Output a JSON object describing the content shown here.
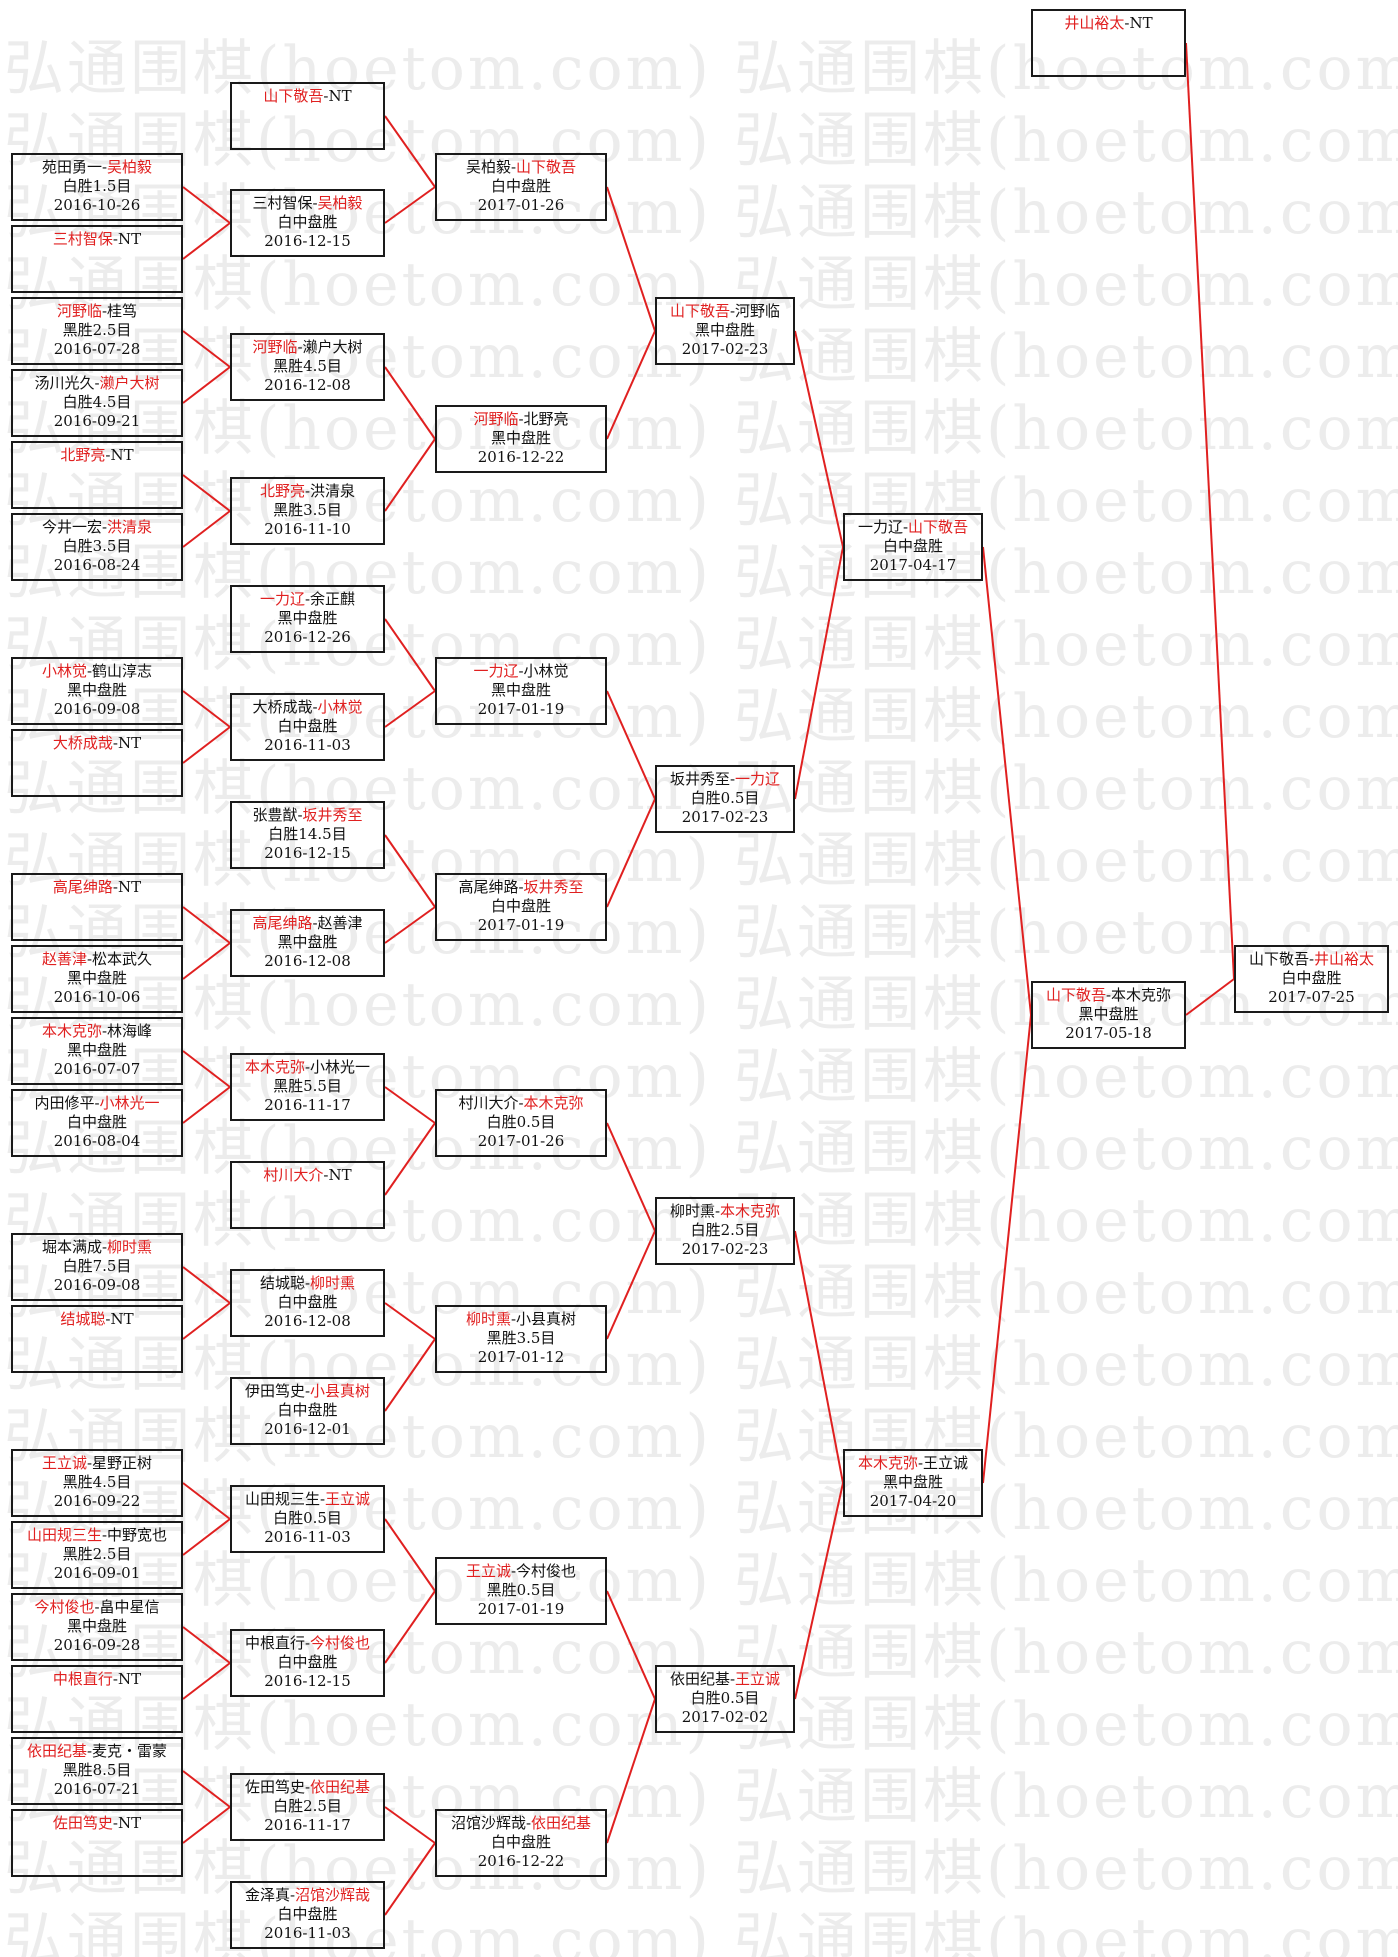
{
  "watermark": "弘通围棋(hoetom.com)",
  "colors": {
    "winner": "#e02020",
    "line": "#e02020",
    "border": "#1a1a1a",
    "watermark": "#ececec"
  },
  "matches": [
    {
      "id": "r1-1",
      "p1": "苑田勇一",
      "p2": "吴柏毅",
      "winner": 2,
      "result": "白胜1.5目",
      "date": "2016-10-26"
    },
    {
      "id": "r1-2",
      "p1": "三村智保",
      "p2": "NT",
      "winner": 1,
      "result": "",
      "date": ""
    },
    {
      "id": "r1-3",
      "p1": "河野临",
      "p2": "桂笃",
      "winner": 1,
      "result": "黑胜2.5目",
      "date": "2016-07-28"
    },
    {
      "id": "r1-4",
      "p1": "汤川光久",
      "p2": "濑户大树",
      "winner": 2,
      "result": "白胜4.5目",
      "date": "2016-09-21"
    },
    {
      "id": "r1-5",
      "p1": "北野亮",
      "p2": "NT",
      "winner": 1,
      "result": "",
      "date": ""
    },
    {
      "id": "r1-6",
      "p1": "今井一宏",
      "p2": "洪清泉",
      "winner": 2,
      "result": "白胜3.5目",
      "date": "2016-08-24"
    },
    {
      "id": "r1-7",
      "p1": "小林觉",
      "p2": "鹤山淳志",
      "winner": 1,
      "result": "黑中盘胜",
      "date": "2016-09-08"
    },
    {
      "id": "r1-8",
      "p1": "大桥成哉",
      "p2": "NT",
      "winner": 1,
      "result": "",
      "date": ""
    },
    {
      "id": "r1-9",
      "p1": "高尾绅路",
      "p2": "NT",
      "winner": 1,
      "result": "",
      "date": ""
    },
    {
      "id": "r1-10",
      "p1": "赵善津",
      "p2": "松本武久",
      "winner": 1,
      "result": "黑中盘胜",
      "date": "2016-10-06"
    },
    {
      "id": "r1-11",
      "p1": "本木克弥",
      "p2": "林海峰",
      "winner": 1,
      "result": "黑中盘胜",
      "date": "2016-07-07"
    },
    {
      "id": "r1-12",
      "p1": "内田修平",
      "p2": "小林光一",
      "winner": 2,
      "result": "白中盘胜",
      "date": "2016-08-04"
    },
    {
      "id": "r1-13",
      "p1": "堀本满成",
      "p2": "柳时熏",
      "winner": 2,
      "result": "白胜7.5目",
      "date": "2016-09-08"
    },
    {
      "id": "r1-14",
      "p1": "结城聪",
      "p2": "NT",
      "winner": 1,
      "result": "",
      "date": ""
    },
    {
      "id": "r1-15",
      "p1": "王立诚",
      "p2": "星野正树",
      "winner": 1,
      "result": "黑胜4.5目",
      "date": "2016-09-22"
    },
    {
      "id": "r1-16",
      "p1": "山田规三生",
      "p2": "中野宽也",
      "winner": 1,
      "result": "黑胜2.5目",
      "date": "2016-09-01"
    },
    {
      "id": "r1-17",
      "p1": "今村俊也",
      "p2": "畠中星信",
      "winner": 1,
      "result": "黑中盘胜",
      "date": "2016-09-28"
    },
    {
      "id": "r1-18",
      "p1": "中根直行",
      "p2": "NT",
      "winner": 1,
      "result": "",
      "date": ""
    },
    {
      "id": "r1-19",
      "p1": "依田纪基",
      "p2": "麦克・雷蒙",
      "winner": 1,
      "result": "黑胜8.5目",
      "date": "2016-07-21"
    },
    {
      "id": "r1-20",
      "p1": "佐田笃史",
      "p2": "NT",
      "winner": 1,
      "result": "",
      "date": ""
    },
    {
      "id": "r2-1",
      "p1": "山下敬吾",
      "p2": "NT",
      "winner": 1,
      "result": "",
      "date": ""
    },
    {
      "id": "r2-2",
      "p1": "三村智保",
      "p2": "吴柏毅",
      "winner": 2,
      "result": "白中盘胜",
      "date": "2016-12-15"
    },
    {
      "id": "r2-3",
      "p1": "河野临",
      "p2": "濑户大树",
      "winner": 1,
      "result": "黑胜4.5目",
      "date": "2016-12-08"
    },
    {
      "id": "r2-4",
      "p1": "北野亮",
      "p2": "洪清泉",
      "winner": 1,
      "result": "黑胜3.5目",
      "date": "2016-11-10"
    },
    {
      "id": "r2-5",
      "p1": "一力辽",
      "p2": "余正麒",
      "winner": 1,
      "result": "黑中盘胜",
      "date": "2016-12-26"
    },
    {
      "id": "r2-6",
      "p1": "大桥成哉",
      "p2": "小林觉",
      "winner": 2,
      "result": "白中盘胜",
      "date": "2016-11-03"
    },
    {
      "id": "r2-7",
      "p1": "张豊猷",
      "p2": "坂井秀至",
      "winner": 2,
      "result": "白胜14.5目",
      "date": "2016-12-15"
    },
    {
      "id": "r2-8",
      "p1": "高尾绅路",
      "p2": "赵善津",
      "winner": 1,
      "result": "黑中盘胜",
      "date": "2016-12-08"
    },
    {
      "id": "r2-9",
      "p1": "本木克弥",
      "p2": "小林光一",
      "winner": 1,
      "result": "黑胜5.5目",
      "date": "2016-11-17"
    },
    {
      "id": "r2-10",
      "p1": "村川大介",
      "p2": "NT",
      "winner": 1,
      "result": "",
      "date": ""
    },
    {
      "id": "r2-11",
      "p1": "结城聪",
      "p2": "柳时熏",
      "winner": 2,
      "result": "白中盘胜",
      "date": "2016-12-08"
    },
    {
      "id": "r2-12",
      "p1": "伊田笃史",
      "p2": "小县真树",
      "winner": 2,
      "result": "白中盘胜",
      "date": "2016-12-01"
    },
    {
      "id": "r2-13",
      "p1": "山田规三生",
      "p2": "王立诚",
      "winner": 2,
      "result": "白胜0.5目",
      "date": "2016-11-03"
    },
    {
      "id": "r2-14",
      "p1": "中根直行",
      "p2": "今村俊也",
      "winner": 2,
      "result": "白中盘胜",
      "date": "2016-12-15"
    },
    {
      "id": "r2-15",
      "p1": "佐田笃史",
      "p2": "依田纪基",
      "winner": 2,
      "result": "白胜2.5目",
      "date": "2016-11-17"
    },
    {
      "id": "r2-16",
      "p1": "金泽真",
      "p2": "沼馆沙辉哉",
      "winner": 2,
      "result": "白中盘胜",
      "date": "2016-11-03"
    },
    {
      "id": "r3-1",
      "p1": "吴柏毅",
      "p2": "山下敬吾",
      "winner": 2,
      "result": "白中盘胜",
      "date": "2017-01-26"
    },
    {
      "id": "r3-2",
      "p1": "河野临",
      "p2": "北野亮",
      "winner": 1,
      "result": "黑中盘胜",
      "date": "2016-12-22"
    },
    {
      "id": "r3-3",
      "p1": "一力辽",
      "p2": "小林觉",
      "winner": 1,
      "result": "黑中盘胜",
      "date": "2017-01-19"
    },
    {
      "id": "r3-4",
      "p1": "高尾绅路",
      "p2": "坂井秀至",
      "winner": 2,
      "result": "白中盘胜",
      "date": "2017-01-19"
    },
    {
      "id": "r3-5",
      "p1": "村川大介",
      "p2": "本木克弥",
      "winner": 2,
      "result": "白胜0.5目",
      "date": "2017-01-26"
    },
    {
      "id": "r3-6",
      "p1": "柳时熏",
      "p2": "小县真树",
      "winner": 1,
      "result": "黑胜3.5目",
      "date": "2017-01-12"
    },
    {
      "id": "r3-7",
      "p1": "王立诚",
      "p2": "今村俊也",
      "winner": 1,
      "result": "黑胜0.5目",
      "date": "2017-01-19"
    },
    {
      "id": "r3-8",
      "p1": "沼馆沙辉哉",
      "p2": "依田纪基",
      "winner": 2,
      "result": "白中盘胜",
      "date": "2016-12-22"
    },
    {
      "id": "r4-1",
      "p1": "山下敬吾",
      "p2": "河野临",
      "winner": 1,
      "result": "黑中盘胜",
      "date": "2017-02-23"
    },
    {
      "id": "r4-2",
      "p1": "坂井秀至",
      "p2": "一力辽",
      "winner": 2,
      "result": "白胜0.5目",
      "date": "2017-02-23"
    },
    {
      "id": "r4-3",
      "p1": "柳时熏",
      "p2": "本木克弥",
      "winner": 2,
      "result": "白胜2.5目",
      "date": "2017-02-23"
    },
    {
      "id": "r4-4",
      "p1": "依田纪基",
      "p2": "王立诚",
      "winner": 2,
      "result": "白胜0.5目",
      "date": "2017-02-02"
    },
    {
      "id": "r5-1",
      "p1": "一力辽",
      "p2": "山下敬吾",
      "winner": 2,
      "result": "白中盘胜",
      "date": "2017-04-17"
    },
    {
      "id": "r5-2",
      "p1": "本木克弥",
      "p2": "王立诚",
      "winner": 1,
      "result": "黑中盘胜",
      "date": "2017-04-20"
    },
    {
      "id": "r6-1",
      "p1": "山下敬吾",
      "p2": "本木克弥",
      "winner": 1,
      "result": "黑中盘胜",
      "date": "2017-05-18"
    },
    {
      "id": "seed",
      "p1": "井山裕太",
      "p2": "NT",
      "winner": 1,
      "result": "",
      "date": ""
    },
    {
      "id": "final",
      "p1": "山下敬吾",
      "p2": "井山裕太",
      "winner": 2,
      "result": "白中盘胜",
      "date": "2017-07-25"
    }
  ]
}
